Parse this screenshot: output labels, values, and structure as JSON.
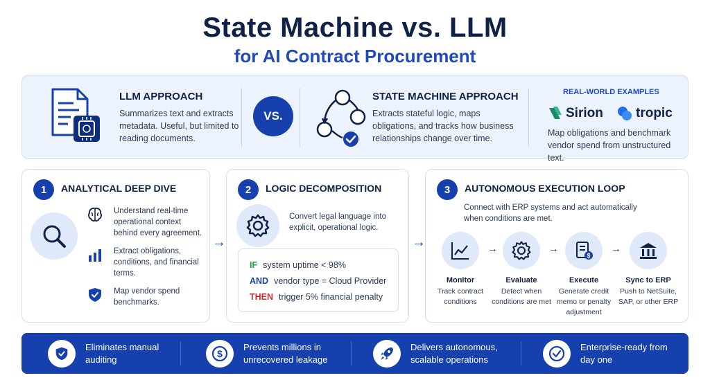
{
  "header": {
    "title": "State Machine vs. LLM",
    "subtitle": "for AI Contract Procurement"
  },
  "comparison": {
    "llm": {
      "title": "LLM APPROACH",
      "description": "Summarizes text and extracts metadata. Useful, but limited to reading documents.",
      "icon": "document-chip-icon"
    },
    "vs_label": "VS.",
    "state_machine": {
      "title": "STATE MACHINE APPROACH",
      "description": "Extracts stateful logic, maps obligations, and tracks how business relationships change over time.",
      "icon": "state-cycle-icon"
    },
    "examples": {
      "title": "REAL-WORLD EXAMPLES",
      "logos": [
        "Sirion",
        "tropic"
      ],
      "description": "Map obligations and benchmark vendor spend from unstructured text."
    }
  },
  "steps": [
    {
      "number": "1",
      "title": "ANALYTICAL DEEP DIVE",
      "icon": "magnifier-icon",
      "items": [
        {
          "icon": "brain-icon",
          "text": "Understand real-time operational context behind every agreement."
        },
        {
          "icon": "bar-chart-icon",
          "text": "Extract obligations, conditions, and financial terms."
        },
        {
          "icon": "shield-check-icon",
          "text": "Map vendor spend benchmarks."
        }
      ]
    },
    {
      "number": "2",
      "title": "LOGIC DECOMPOSITION",
      "icon": "gear-icon",
      "description": "Convert legal language into explicit, operational logic.",
      "code": [
        {
          "keyword": "IF",
          "text": "system uptime < 98%"
        },
        {
          "keyword": "AND",
          "text": "vendor type = Cloud Provider"
        },
        {
          "keyword": "THEN",
          "text": "trigger 5% financial penalty"
        }
      ]
    },
    {
      "number": "3",
      "title": "AUTONOMOUS EXECUTION LOOP",
      "description": "Connect with ERP systems and act automatically when conditions are met.",
      "loop": [
        {
          "icon": "line-chart-icon",
          "title": "Monitor",
          "desc": "Track contract conditions"
        },
        {
          "icon": "gear-icon",
          "title": "Evaluate",
          "desc": "Detect when conditions are met"
        },
        {
          "icon": "invoice-dollar-icon",
          "title": "Execute",
          "desc": "Generate credit memo or penalty adjustment"
        },
        {
          "icon": "bank-icon",
          "title": "Sync to ERP",
          "desc": "Push to NetSuite, SAP, or other ERP"
        }
      ]
    }
  ],
  "benefits": [
    {
      "icon": "shield-check-icon",
      "text": "Eliminates manual auditing"
    },
    {
      "icon": "dollar-coin-icon",
      "text": "Prevents millions in unrecovered leakage"
    },
    {
      "icon": "rocket-icon",
      "text": "Delivers autonomous, scalable operations"
    },
    {
      "icon": "check-circle-icon",
      "text": "Enterprise-ready from day one"
    }
  ],
  "colors": {
    "primary": "#1540ad",
    "navy": "#0f2147",
    "panel": "#edf3fc",
    "if": "#2e9c45",
    "then": "#d32a2a"
  }
}
